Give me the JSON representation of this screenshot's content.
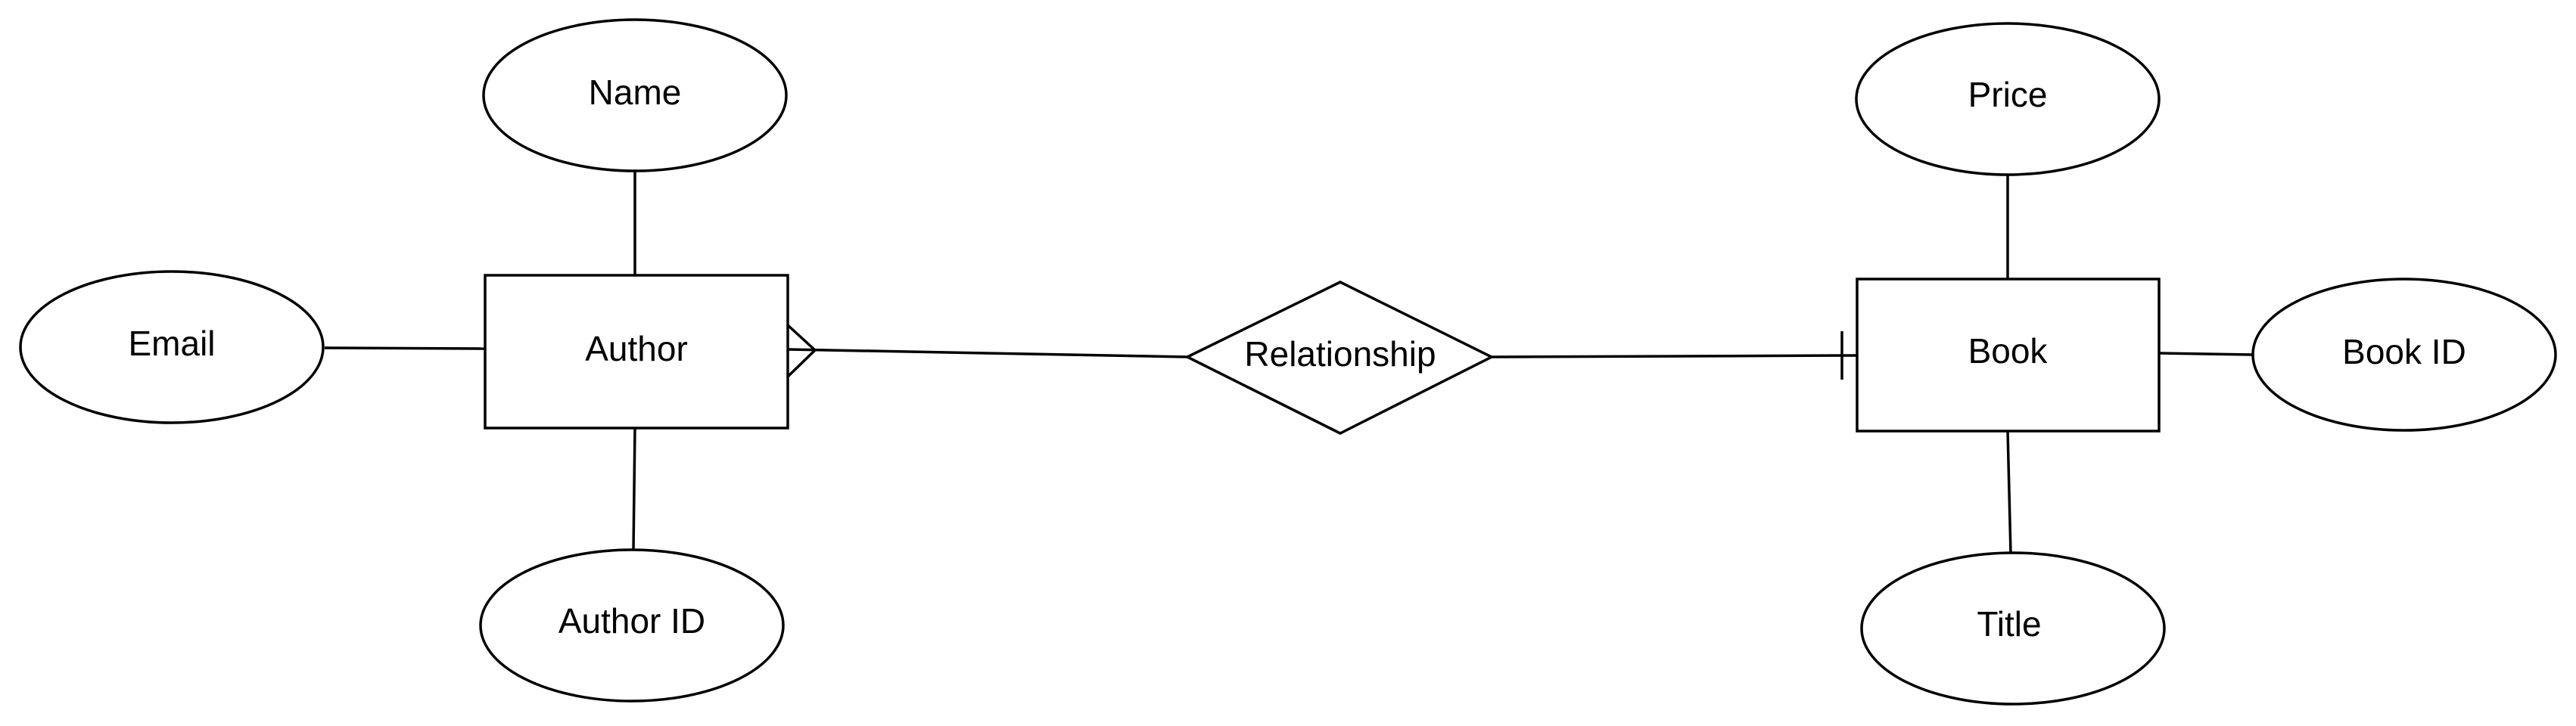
{
  "diagram": {
    "entities": {
      "author": "Author",
      "book": "Book"
    },
    "relationship": "Relationship",
    "attributes": {
      "author_name": "Name",
      "author_email": "Email",
      "author_id": "Author ID",
      "book_price": "Price",
      "book_id": "Book ID",
      "book_title": "Title"
    },
    "cardinality": {
      "author_side": "many",
      "book_side": "one"
    },
    "colors": {
      "stroke": "#000000",
      "fill": "#ffffff",
      "text": "#000000"
    }
  }
}
